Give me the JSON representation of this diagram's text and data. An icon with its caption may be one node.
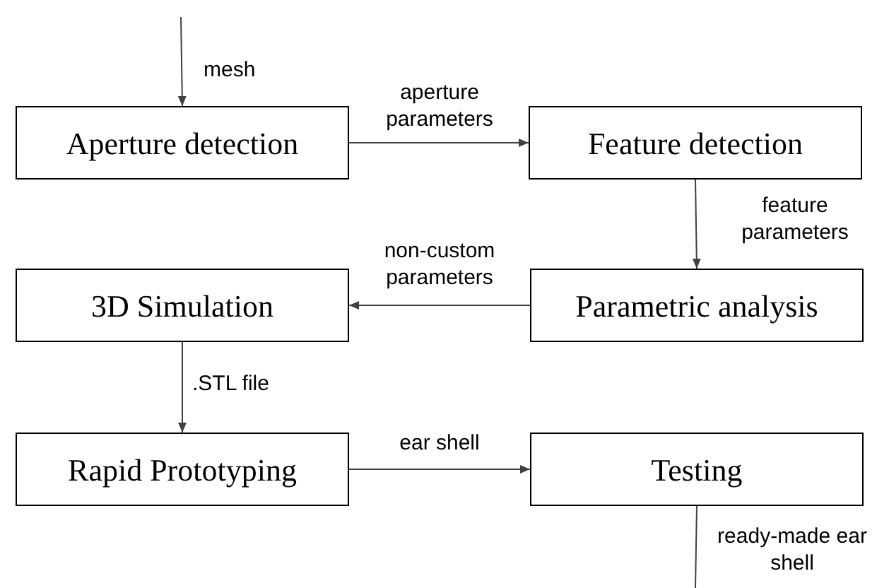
{
  "diagram": {
    "nodes": [
      {
        "text": [
          "Aperture detection"
        ]
      },
      {
        "text": [
          "Feature detection"
        ]
      },
      {
        "text": [
          "Parametric analysis"
        ]
      },
      {
        "text": [
          "3D Simulation"
        ]
      },
      {
        "text": [
          "Rapid Prototyping"
        ]
      },
      {
        "text": [
          "Testing"
        ]
      }
    ],
    "edges": [
      {
        "from": null,
        "to": 0,
        "arrow": "to",
        "label": "mesh"
      },
      {
        "from": 0,
        "to": 1,
        "arrow": "to",
        "label": "aperture parameters"
      },
      {
        "from": 1,
        "to": 2,
        "arrow": "to",
        "label": "feature parameters"
      },
      {
        "from": 2,
        "to": 3,
        "arrow": "to",
        "label": "non-custom parameters"
      },
      {
        "from": 3,
        "to": 4,
        "arrow": "to",
        "label": ".STL file"
      },
      {
        "from": 4,
        "to": 5,
        "arrow": "to",
        "label": "ear shell"
      },
      {
        "from": 5,
        "to": null,
        "arrow": "none",
        "label": "ready-made ear shell"
      }
    ]
  }
}
